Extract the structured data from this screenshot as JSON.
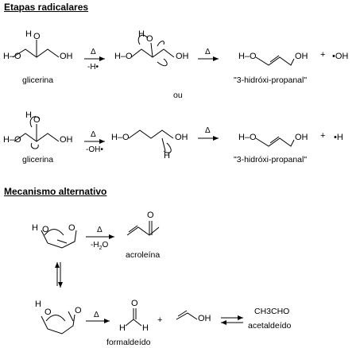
{
  "sections": {
    "radical_title": "Etapas radicalares",
    "alt_title": "Mecanismo alternativo"
  },
  "labels": {
    "glycerin_1": "glicerina",
    "glycerin_2": "glicerina",
    "ou": "ou",
    "product_1": "\"3-hidróxi-propanal\"",
    "product_2": "\"3-hidróxi-propanal\"",
    "acrolein": "acroleína",
    "formaldehyde": "formaldeído",
    "acetaldehyde_formula": "CH3CHO",
    "acetaldehyde": "acetaldeído"
  },
  "conditions": {
    "delta": "Δ",
    "r1_loss": "-H•",
    "r2_loss": "-OH•",
    "alt_loss": "-H2O"
  },
  "byproducts": {
    "r1": "•OH",
    "r2": "•H",
    "plus": "+"
  },
  "atoms": {
    "O": "O",
    "H": "H",
    "OH": "OH",
    "H_O": "H–O"
  }
}
